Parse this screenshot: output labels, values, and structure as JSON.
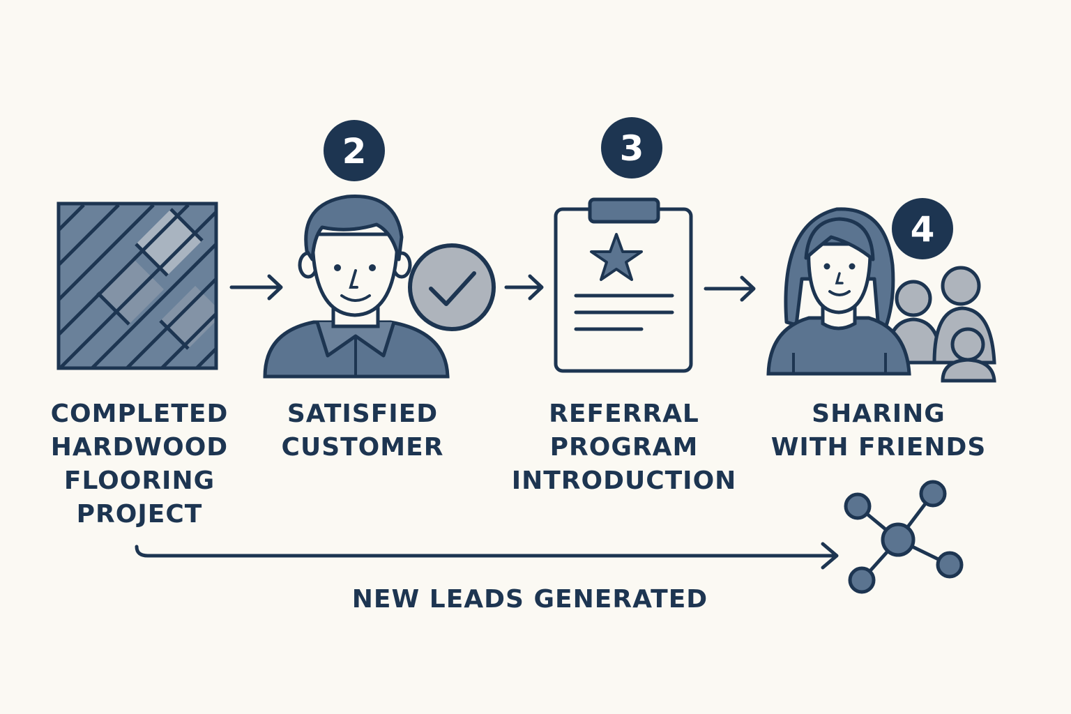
{
  "steps": [
    {
      "badge": "",
      "lines": [
        "COMPLETED",
        "HARDWOOD",
        "FLOORING",
        "PROJECT"
      ],
      "icon": "hardwood-floor-icon"
    },
    {
      "badge": "2",
      "lines": [
        "SATISFIED",
        "CUSTOMER"
      ],
      "icon": "satisfied-customer-icon"
    },
    {
      "badge": "3",
      "lines": [
        "REFERRAL",
        "PROGRAM",
        "INTRODUCTION"
      ],
      "icon": "clipboard-star-icon"
    },
    {
      "badge": "4",
      "lines": [
        "SHARING",
        "WITH FRIENDS"
      ],
      "icon": "people-group-icon"
    }
  ],
  "bottom": {
    "label": "NEW LEADS GENERATED",
    "icon": "network-icon"
  },
  "colors": {
    "background": "#fbf9f3",
    "navy": "#1d3551",
    "slate": "#5b7490",
    "light_gray": "#aeb4bc"
  }
}
